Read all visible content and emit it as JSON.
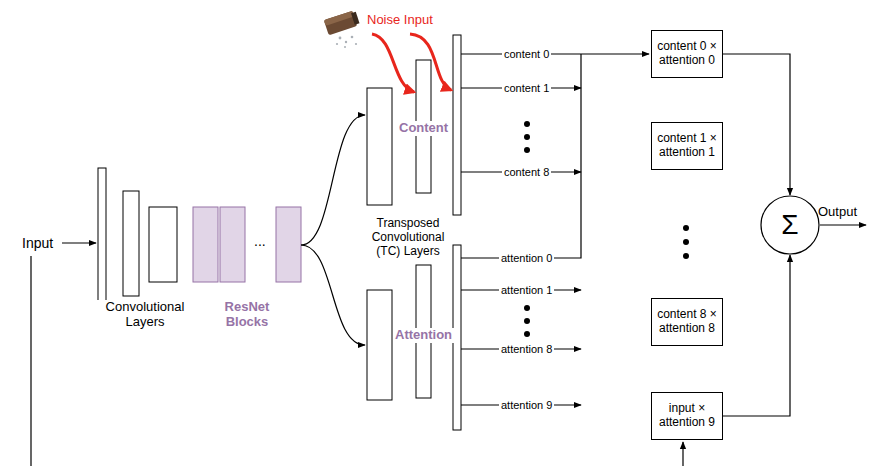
{
  "diagram": {
    "nodes": [
      {
        "text": [
          "content 0 × attention 0"
        ]
      },
      {
        "text": [
          "content 1 × attention 1"
        ]
      },
      {
        "text": [
          "content 8 × attention 8"
        ]
      },
      {
        "text": [
          "input × attention 9"
        ]
      },
      {
        "text": [
          "Σ"
        ]
      }
    ],
    "edges": [
      {
        "from": 0,
        "to": 4,
        "arrow": "to"
      },
      {
        "from": 3,
        "to": 4,
        "arrow": "to"
      }
    ],
    "labels": [
      "Input",
      "Convolutional Layers",
      "...",
      "ResNet Blocks",
      "Noise Input",
      "Content",
      "Transposed Convolutional (TC) Layers",
      "Attention",
      "content 0",
      "content 1",
      "content 8",
      "attention 0",
      "attention 1",
      "attention 8",
      "attention 9",
      "Output"
    ]
  }
}
